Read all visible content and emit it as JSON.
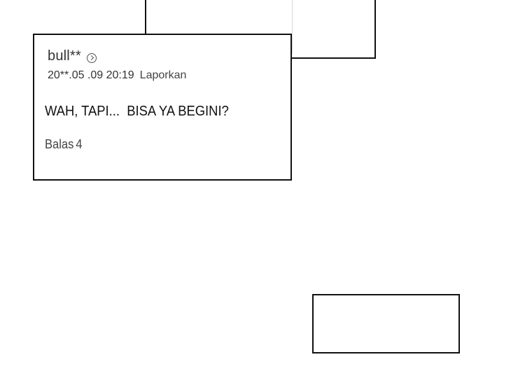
{
  "comment": {
    "username": "bull**",
    "timestamp": "20**.05 .09 20:19",
    "report_label": "Laporkan",
    "text": "WAH, TAPI...  BISA YA BEGINI?",
    "reply_label": "Balas",
    "reply_count": "4"
  },
  "icons": {
    "profile": "chevron-right-circle-icon"
  },
  "colors": {
    "border": "#111111",
    "text": "#222222",
    "muted": "#444444"
  }
}
